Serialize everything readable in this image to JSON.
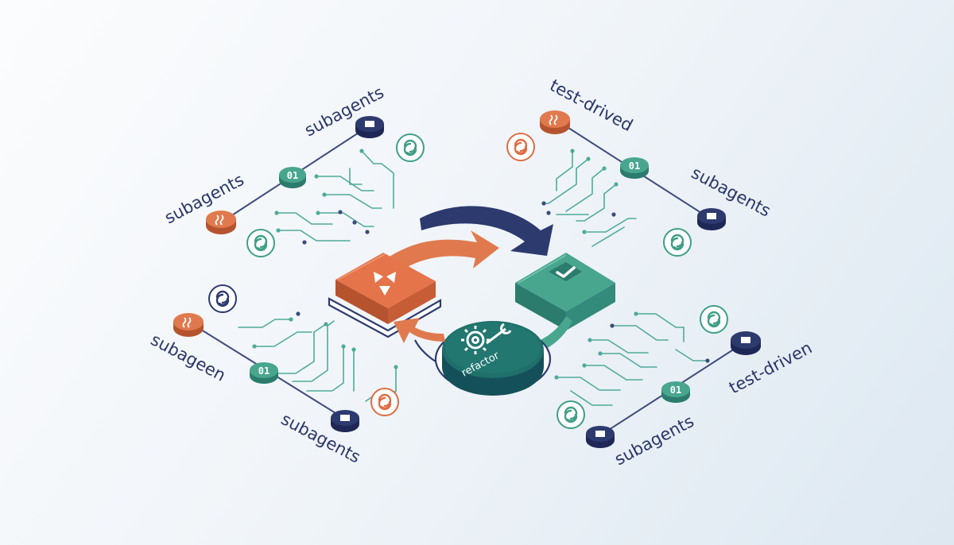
{
  "colors": {
    "navy": "#2d3a6e",
    "teal": "#3f9e88",
    "teal_dark": "#1f6f6a",
    "orange": "#de6d43",
    "line": "#3d4b7c",
    "circuit": "#4fab9a"
  },
  "center": {
    "red_block_icon": "warning-triangles-icon",
    "green_block_icon": "checkmark-icon",
    "refactor_label": "refactor",
    "refactor_icon": "gear-wrench-icon"
  },
  "labels": {
    "top_left_a": "subagents",
    "top_left_b": "subagents",
    "top_right_a": "test-drived",
    "top_right_b": "subagents",
    "bottom_left_a": "subageen",
    "bottom_left_b": "subagents",
    "bottom_right_a": "test-driven",
    "bottom_right_b": "subagents"
  },
  "node_icons": {
    "orange": "squiggle-icon",
    "teal": "binary-icon",
    "navy": "window-icon",
    "ring": "interlocked-rings-icon"
  }
}
